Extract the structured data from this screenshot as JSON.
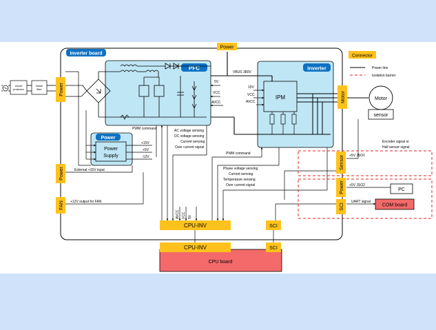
{
  "board": {
    "title": "Inverter board"
  },
  "inputs": {
    "circuit_protector": [
      "circuit",
      "protector"
    ],
    "noise_filter": [
      "Noise",
      "filter"
    ]
  },
  "connectors": {
    "power_top": "Power",
    "power_left": "Power",
    "power_ext": "Power",
    "fan": "FAN",
    "motor": "Motor",
    "sensor": "Sensor",
    "power_right": "Power",
    "sci_right": "SCI",
    "cpu_inv_top": "CPU-INV",
    "sci_top": "SCI",
    "cpu_inv_bottom": "CPU-INV",
    "sci_bottom": "SCI"
  },
  "blocks": {
    "pfc": "PFC",
    "inverter": "Inverter",
    "ipm": "IPM",
    "power_supply_title": "Power",
    "power_supply": [
      "Power",
      "Supply"
    ],
    "motor": "Motor",
    "sensor": "sensor",
    "pc": "PC",
    "com_board": "COM board",
    "cpu_board": "CPU board"
  },
  "legend": {
    "connector": "Connector",
    "power_line": "Power line",
    "isolation": "Isolation barrier"
  },
  "labels": {
    "vbus": "VBUS 380V",
    "pfc_5v": "5V",
    "pfc_vcc": "VCC",
    "pfc_avcc": "AVCC",
    "ipm_15v": "15V",
    "ipm_vcc": "VCC",
    "ipm_avcc": "AVCC",
    "ps_15v": "+15V",
    "ps_5v": "+5V",
    "ps_12v": "-12V",
    "pwm_command_1": "PWM command",
    "pfc_sensing": [
      "AC voltage sensing",
      "DC voltage sensing",
      "Current sensing",
      "Over current signal"
    ],
    "pwm_command_2": "PWM command",
    "inv_sensing": [
      "Phase voltage sensing",
      "Current sensing",
      "Temperature sensing",
      "Over current signal"
    ],
    "external_15v": "External +15V input",
    "fan_12v": "+12V output for FAN",
    "cpu_avcc": "AVCC",
    "cpu_vcc": "VCC",
    "cpu_5v": "5V",
    "jso1": "+5V JSO1",
    "jso2": "+5V JSO2",
    "encoder": [
      "Encoder signal or",
      "Hall sensor signal"
    ],
    "uart": "UART signal"
  },
  "colors": {
    "connector": "#ffc21c",
    "block": "#bfe6f5",
    "title_bar": "#0e72c4",
    "cpu_board": "#f46a6a",
    "isolation": "#e02020",
    "background": "#cfe2fa"
  }
}
